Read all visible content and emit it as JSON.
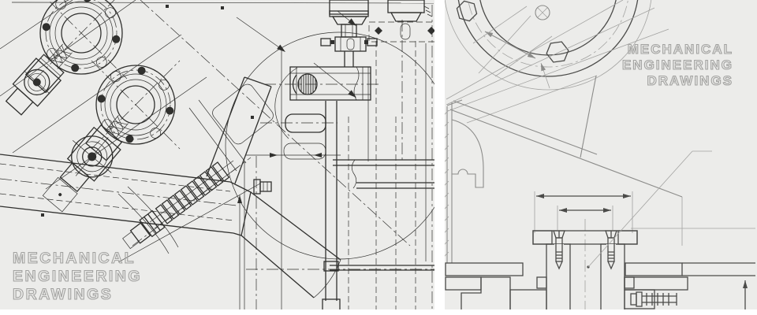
{
  "image": {
    "kind": "mechanical-engineering-blueprint",
    "panel_count": 2
  },
  "watermark": {
    "left": {
      "lines": [
        "MECHANICAL",
        "ENGINEERING",
        "DRAWINGS"
      ],
      "position": "bottom-left"
    },
    "right": {
      "lines": [
        "MECHANICAL",
        "ENGINEERING",
        "DRAWINGS"
      ],
      "position": "top-right"
    }
  },
  "colors": {
    "background": "#ececea",
    "divider": "#ffffff",
    "ink_left": "#30302e",
    "ink_right": "#8c8c8a",
    "ink_right_dark": "#4b4b49",
    "ink_right_thin": "#a3a3a1",
    "watermark": "#a2a2a0",
    "hatch": "#6b6b69"
  }
}
